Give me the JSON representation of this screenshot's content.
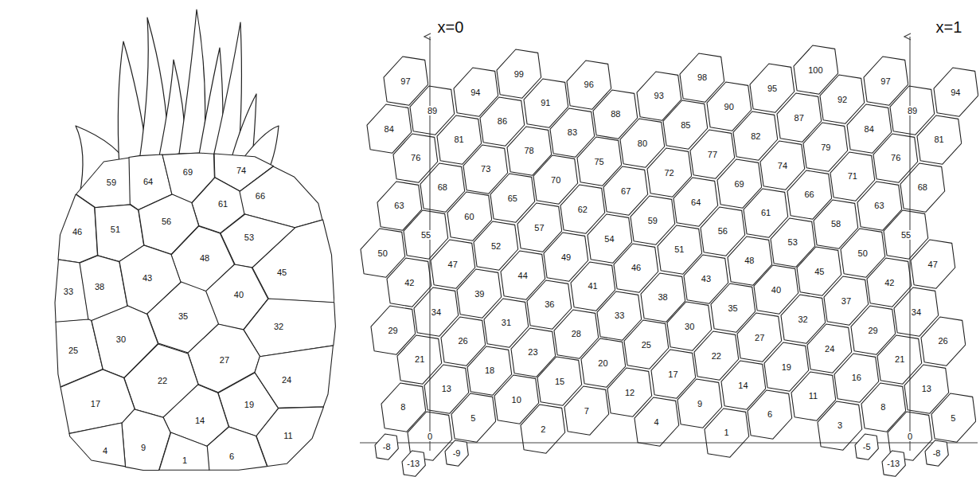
{
  "diagram": {
    "nodes": [
      {
        "text": [
          "74"
        ]
      },
      {
        "text": [
          "59"
        ]
      },
      {
        "text": [
          "64"
        ]
      },
      {
        "text": [
          "69"
        ]
      },
      {
        "text": [
          "61"
        ]
      },
      {
        "text": [
          "66"
        ]
      },
      {
        "text": [
          "46"
        ]
      },
      {
        "text": [
          "51"
        ]
      },
      {
        "text": [
          "56"
        ]
      },
      {
        "text": [
          "53"
        ]
      },
      {
        "text": [
          "48"
        ]
      },
      {
        "text": [
          "45"
        ]
      },
      {
        "text": [
          "33"
        ]
      },
      {
        "text": [
          "38"
        ]
      },
      {
        "text": [
          "43"
        ]
      },
      {
        "text": [
          "40"
        ]
      },
      {
        "text": [
          "35"
        ]
      },
      {
        "text": [
          "32"
        ]
      },
      {
        "text": [
          "25"
        ]
      },
      {
        "text": [
          "30"
        ]
      },
      {
        "text": [
          "27"
        ]
      },
      {
        "text": [
          "22"
        ]
      },
      {
        "text": [
          "17"
        ]
      },
      {
        "text": [
          "19"
        ]
      },
      {
        "text": [
          "24"
        ]
      },
      {
        "text": [
          "14"
        ]
      },
      {
        "text": [
          "9"
        ]
      },
      {
        "text": [
          "11"
        ]
      },
      {
        "text": [
          "4"
        ]
      },
      {
        "text": [
          "6"
        ]
      },
      {
        "text": [
          "1"
        ]
      },
      {
        "text": [
          "-13"
        ]
      },
      {
        "text": [
          "-13"
        ]
      },
      {
        "text": [
          "-9"
        ]
      },
      {
        "text": [
          "-8"
        ]
      },
      {
        "text": [
          "-5"
        ]
      },
      {
        "text": [
          "-8"
        ]
      },
      {
        "text": [
          "0"
        ]
      },
      {
        "text": [
          "0"
        ]
      },
      {
        "text": [
          "1"
        ]
      },
      {
        "text": [
          "2"
        ]
      },
      {
        "text": [
          "3"
        ]
      },
      {
        "text": [
          "4"
        ]
      },
      {
        "text": [
          "5"
        ]
      },
      {
        "text": [
          "5"
        ]
      },
      {
        "text": [
          "6"
        ]
      },
      {
        "text": [
          "7"
        ]
      },
      {
        "text": [
          "8"
        ]
      },
      {
        "text": [
          "8"
        ]
      },
      {
        "text": [
          "9"
        ]
      },
      {
        "text": [
          "10"
        ]
      },
      {
        "text": [
          "11"
        ]
      },
      {
        "text": [
          "12"
        ]
      },
      {
        "text": [
          "13"
        ]
      },
      {
        "text": [
          "13"
        ]
      },
      {
        "text": [
          "14"
        ]
      },
      {
        "text": [
          "15"
        ]
      },
      {
        "text": [
          "16"
        ]
      },
      {
        "text": [
          "17"
        ]
      },
      {
        "text": [
          "18"
        ]
      },
      {
        "text": [
          "19"
        ]
      },
      {
        "text": [
          "20"
        ]
      },
      {
        "text": [
          "21"
        ]
      },
      {
        "text": [
          "21"
        ]
      },
      {
        "text": [
          "22"
        ]
      },
      {
        "text": [
          "23"
        ]
      },
      {
        "text": [
          "24"
        ]
      },
      {
        "text": [
          "25"
        ]
      },
      {
        "text": [
          "26"
        ]
      },
      {
        "text": [
          "26"
        ]
      },
      {
        "text": [
          "27"
        ]
      },
      {
        "text": [
          "28"
        ]
      },
      {
        "text": [
          "29"
        ]
      },
      {
        "text": [
          "29"
        ]
      },
      {
        "text": [
          "30"
        ]
      },
      {
        "text": [
          "31"
        ]
      },
      {
        "text": [
          "32"
        ]
      },
      {
        "text": [
          "33"
        ]
      },
      {
        "text": [
          "34"
        ]
      },
      {
        "text": [
          "34"
        ]
      },
      {
        "text": [
          "35"
        ]
      },
      {
        "text": [
          "36"
        ]
      },
      {
        "text": [
          "37"
        ]
      },
      {
        "text": [
          "38"
        ]
      },
      {
        "text": [
          "39"
        ]
      },
      {
        "text": [
          "40"
        ]
      },
      {
        "text": [
          "41"
        ]
      },
      {
        "text": [
          "42"
        ]
      },
      {
        "text": [
          "42"
        ]
      },
      {
        "text": [
          "43"
        ]
      },
      {
        "text": [
          "44"
        ]
      },
      {
        "text": [
          "45"
        ]
      },
      {
        "text": [
          "46"
        ]
      },
      {
        "text": [
          "47"
        ]
      },
      {
        "text": [
          "47"
        ]
      },
      {
        "text": [
          "48"
        ]
      },
      {
        "text": [
          "49"
        ]
      },
      {
        "text": [
          "50"
        ]
      },
      {
        "text": [
          "50"
        ]
      },
      {
        "text": [
          "51"
        ]
      },
      {
        "text": [
          "52"
        ]
      },
      {
        "text": [
          "53"
        ]
      },
      {
        "text": [
          "54"
        ]
      },
      {
        "text": [
          "55"
        ]
      },
      {
        "text": [
          "55"
        ]
      },
      {
        "text": [
          "56"
        ]
      },
      {
        "text": [
          "57"
        ]
      },
      {
        "text": [
          "58"
        ]
      },
      {
        "text": [
          "59"
        ]
      },
      {
        "text": [
          "60"
        ]
      },
      {
        "text": [
          "61"
        ]
      },
      {
        "text": [
          "62"
        ]
      },
      {
        "text": [
          "63"
        ]
      },
      {
        "text": [
          "63"
        ]
      },
      {
        "text": [
          "64"
        ]
      },
      {
        "text": [
          "65"
        ]
      },
      {
        "text": [
          "66"
        ]
      },
      {
        "text": [
          "67"
        ]
      },
      {
        "text": [
          "68"
        ]
      },
      {
        "text": [
          "68"
        ]
      },
      {
        "text": [
          "69"
        ]
      },
      {
        "text": [
          "70"
        ]
      },
      {
        "text": [
          "71"
        ]
      },
      {
        "text": [
          "72"
        ]
      },
      {
        "text": [
          "73"
        ]
      },
      {
        "text": [
          "74"
        ]
      },
      {
        "text": [
          "75"
        ]
      },
      {
        "text": [
          "76"
        ]
      },
      {
        "text": [
          "76"
        ]
      },
      {
        "text": [
          "77"
        ]
      },
      {
        "text": [
          "78"
        ]
      },
      {
        "text": [
          "79"
        ]
      },
      {
        "text": [
          "80"
        ]
      },
      {
        "text": [
          "81"
        ]
      },
      {
        "text": [
          "81"
        ]
      },
      {
        "text": [
          "82"
        ]
      },
      {
        "text": [
          "83"
        ]
      },
      {
        "text": [
          "84"
        ]
      },
      {
        "text": [
          "84"
        ]
      },
      {
        "text": [
          "85"
        ]
      },
      {
        "text": [
          "86"
        ]
      },
      {
        "text": [
          "87"
        ]
      },
      {
        "text": [
          "88"
        ]
      },
      {
        "text": [
          "89"
        ]
      },
      {
        "text": [
          "89"
        ]
      },
      {
        "text": [
          "90"
        ]
      },
      {
        "text": [
          "91"
        ]
      },
      {
        "text": [
          "92"
        ]
      },
      {
        "text": [
          "93"
        ]
      },
      {
        "text": [
          "94"
        ]
      },
      {
        "text": [
          "94"
        ]
      },
      {
        "text": [
          "95"
        ]
      },
      {
        "text": [
          "96"
        ]
      },
      {
        "text": [
          "97"
        ]
      },
      {
        "text": [
          "97"
        ]
      },
      {
        "text": [
          "98"
        ]
      },
      {
        "text": [
          "99"
        ]
      },
      {
        "text": [
          "100"
        ]
      }
    ],
    "labels": [
      "x=0",
      "x=1"
    ]
  }
}
